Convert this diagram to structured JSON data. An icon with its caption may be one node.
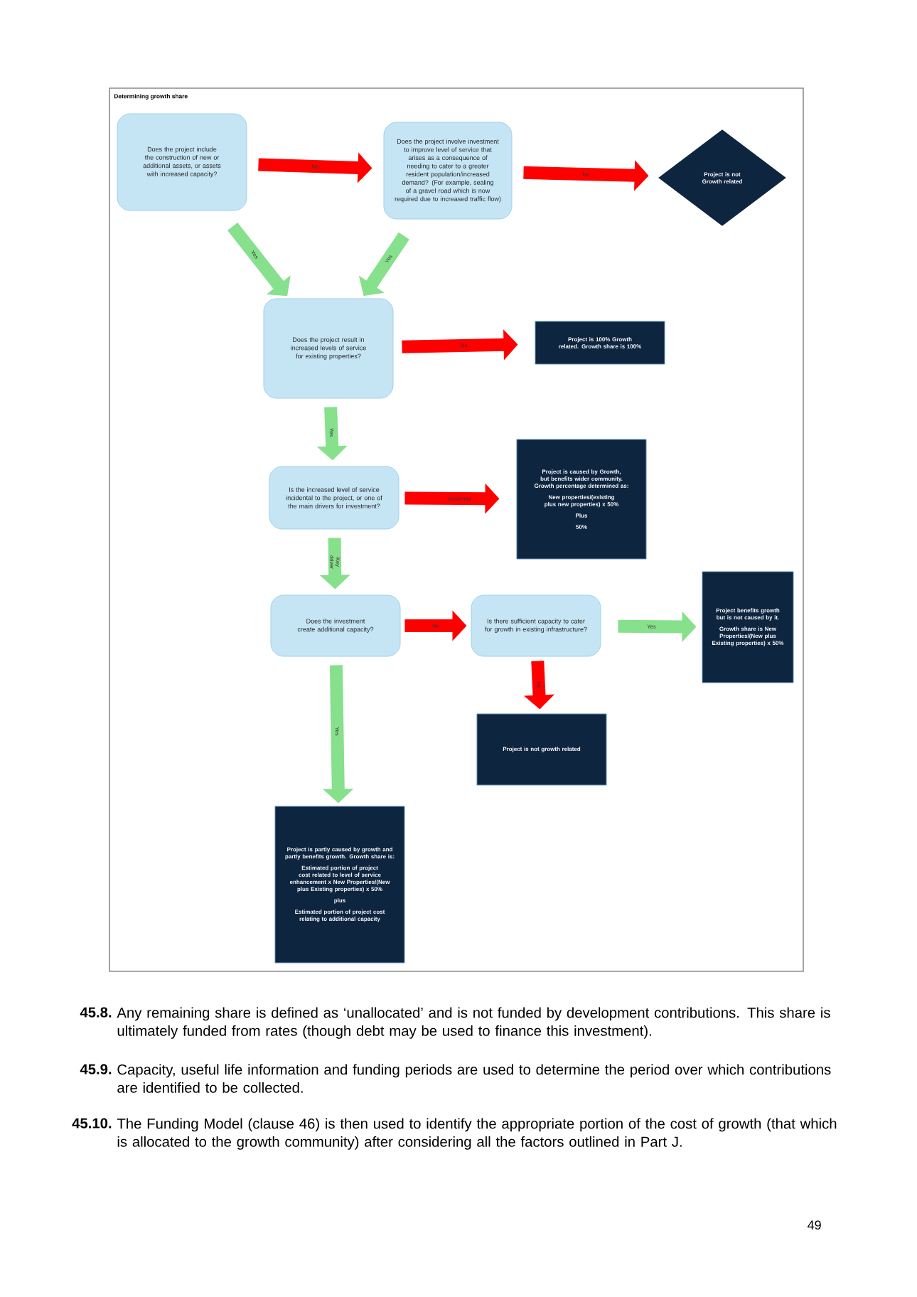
{
  "diagram": {
    "title": "Determining growth share",
    "nodes": [
      {
        "text": [
          "Does the project include the construction of new or additional assets, or assets with increased capacity?"
        ]
      },
      {
        "text": [
          "Does the project involve investment to improve level of service that arises as a consequence of needing to cater to a greater resident population/increased demand? (For example, sealing of a gravel road which is now required due to increased traffic flow)"
        ]
      },
      {
        "text": [
          "Project is not Growth related"
        ]
      },
      {
        "text": [
          "Does the project result in increased levels of service for existing properties?"
        ]
      },
      {
        "text": [
          "Project is 100% Growth related. Growth share is 100%"
        ]
      },
      {
        "text": [
          "Is the increased level of service incidental to the project, or one of the main drivers for investment?"
        ]
      },
      {
        "text": [
          "Project is caused by Growth, but benefits wider community. Growth percentage determined as:",
          "New properties/(existing plus new properties) x 50%",
          "Plus",
          "50%"
        ]
      },
      {
        "text": [
          "Does the investment create additional capacity?"
        ]
      },
      {
        "text": [
          "Is there sufficient capacity to cater for growth in existing infrastructure?"
        ]
      },
      {
        "text": [
          "Project benefits growth but is not caused by it.",
          "Growth share is New Properties/(New plus Existing properties) x 50%"
        ]
      },
      {
        "text": [
          "Project is not growth related"
        ]
      },
      {
        "text": [
          "Project is partly caused by growth and partly benefits growth. Growth share is:",
          "Estimated portion of project cost related to level of service enhancement x New Properties/(New plus Existing properties) x 50%",
          "plus",
          "Estimated portion of project cost relating to additional capacity"
        ]
      }
    ],
    "edges": [
      {
        "from": 0,
        "to": 1,
        "arrow": "to",
        "label": "No",
        "color": "#ff0000"
      },
      {
        "from": 1,
        "to": 2,
        "arrow": "to",
        "label": "No",
        "color": "#ff0000"
      },
      {
        "from": 0,
        "to": 3,
        "arrow": "to",
        "label": "Yes",
        "color": "#86e08c"
      },
      {
        "from": 1,
        "to": 3,
        "arrow": "to",
        "label": "Yes",
        "color": "#86e08c"
      },
      {
        "from": 3,
        "to": 4,
        "arrow": "to",
        "label": "No",
        "color": "#ff0000"
      },
      {
        "from": 3,
        "to": 5,
        "arrow": "to",
        "label": "Yes",
        "color": "#86e08c"
      },
      {
        "from": 5,
        "to": 6,
        "arrow": "to",
        "label": "Incidental",
        "color": "#ff0000"
      },
      {
        "from": 5,
        "to": 7,
        "arrow": "to",
        "label": "Key driver",
        "color": "#86e08c"
      },
      {
        "from": 7,
        "to": 8,
        "arrow": "to",
        "label": "No",
        "color": "#ff0000"
      },
      {
        "from": 8,
        "to": 9,
        "arrow": "to",
        "label": "Yes",
        "color": "#86e08c"
      },
      {
        "from": 8,
        "to": 10,
        "arrow": "to",
        "label": "No",
        "color": "#ff0000"
      },
      {
        "from": 7,
        "to": 11,
        "arrow": "to",
        "label": "Yes",
        "color": "#86e08c"
      }
    ],
    "labels": [
      "45.8.",
      "Any remaining share is defined as ‘unallocated’ and is not funded by development contributions. This share is ultimately funded from rates (though debt may be used to finance this investment).",
      "45.9.",
      "Capacity, useful life information and funding periods are used to determine the period over which contributions are identified to be collected.",
      "45.10.",
      "The Funding Model (clause 46) is then used to identify the appropriate portion of the cost of growth (that which is allocated to the growth community) after considering all the factors outlined in Part J.",
      "49"
    ]
  }
}
